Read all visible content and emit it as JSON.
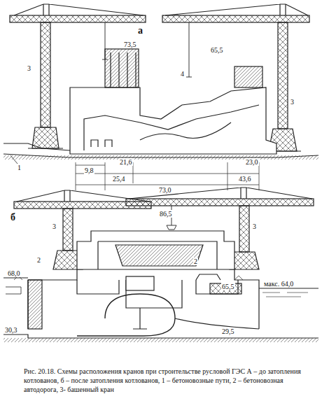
{
  "diagram": {
    "caption": "Рис. 20.18. Схемы расположения кранов при строительстве русловой ГЭС А – до затопления котлованов, б – после затопления котлованов, 1 – бетоновозные пути, 2 – бетоновозная автодорога, 3- башенный кран",
    "labels": [
      "а",
      "3",
      "73,5",
      "65,5",
      "4",
      "3",
      "1",
      "9,8",
      "21,6",
      "25,4",
      "23,0",
      "43,6",
      "73,0",
      "б",
      "3",
      "86,5",
      "3",
      "2",
      "68,0",
      "2",
      "65,5",
      "макс. 64,0",
      "30,3",
      "29,5"
    ]
  }
}
